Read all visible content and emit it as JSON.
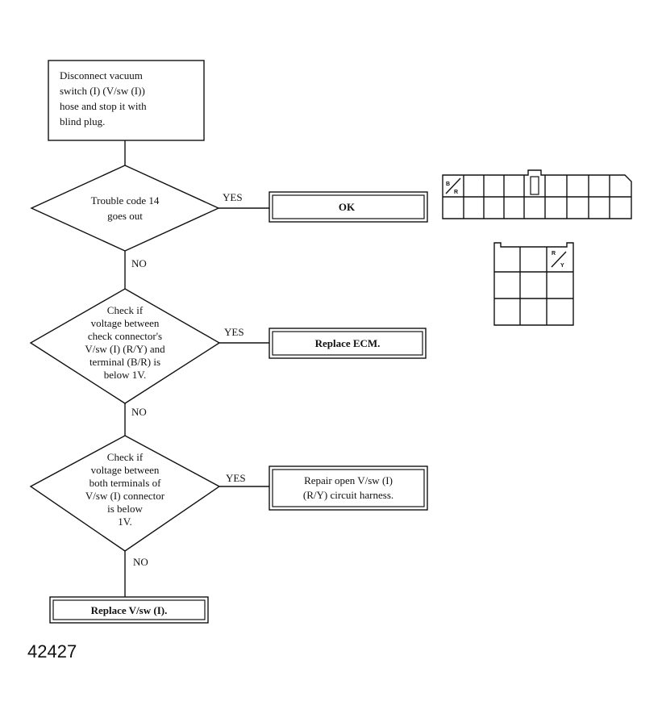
{
  "start_box": {
    "lines": [
      "Disconnect vacuum",
      "switch (I) (V/sw (I))",
      "hose and stop it with",
      "blind plug."
    ]
  },
  "decision1": {
    "lines": [
      "Trouble code 14",
      "goes out"
    ]
  },
  "decision2": {
    "lines": [
      "Check if",
      "voltage between",
      "check connector's",
      "V/sw (I) (R/Y) and",
      "terminal (B/R) is",
      "below 1V."
    ]
  },
  "decision3": {
    "lines": [
      "Check if",
      "voltage between",
      "both terminals of",
      "V/sw (I) connector",
      "is below",
      "1V."
    ]
  },
  "labels": {
    "yes": "YES",
    "no": "NO"
  },
  "results": {
    "ok": "OK",
    "replace_ecm": "Replace ECM.",
    "repair_lines": [
      "Repair open V/sw (I)",
      "(R/Y) circuit harness."
    ],
    "replace_vsw": "Replace V/sw (I)."
  },
  "connector1": {
    "pin_label_top": "B",
    "pin_label_bottom": "R"
  },
  "connector2": {
    "pin_label_top": "R",
    "pin_label_bottom": "Y"
  },
  "figure_number": "42427"
}
